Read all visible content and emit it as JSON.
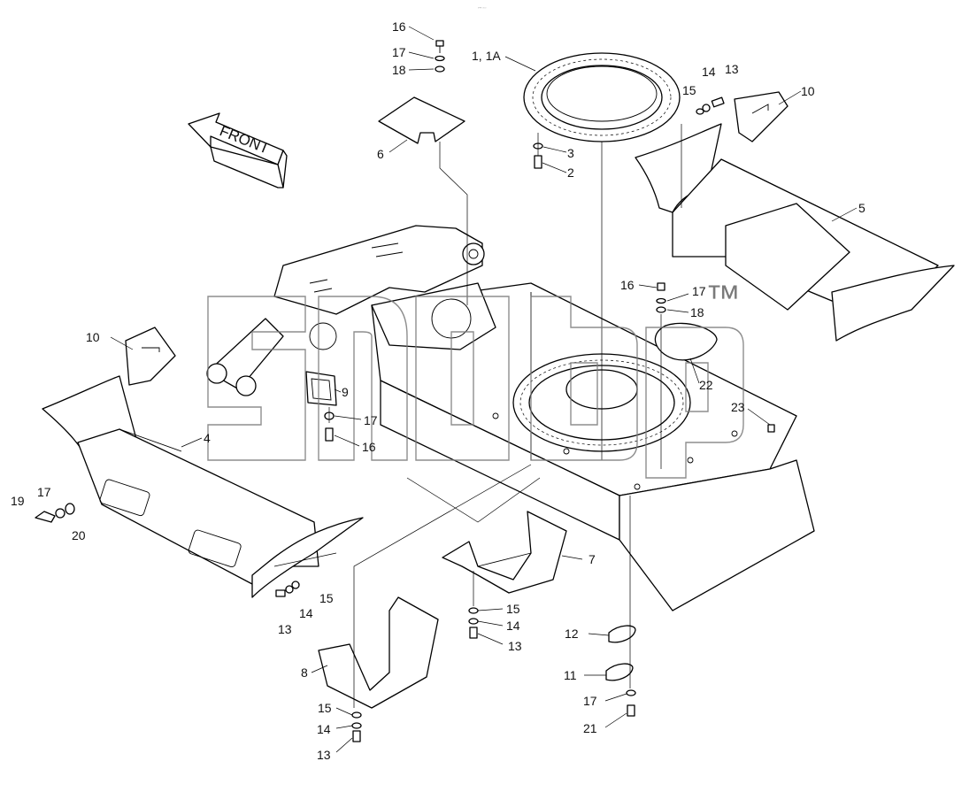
{
  "diagram": {
    "direction_arrow_text": "FRONT",
    "watermark_text": "™",
    "header_mark": "⊶ ▫▫▫",
    "callouts": [
      {
        "id": "c-16-top",
        "label": "16"
      },
      {
        "id": "c-17-top",
        "label": "17"
      },
      {
        "id": "c-18-top",
        "label": "18"
      },
      {
        "id": "c-1-1a",
        "label": "1, 1A"
      },
      {
        "id": "c-6",
        "label": "6"
      },
      {
        "id": "c-3",
        "label": "3"
      },
      {
        "id": "c-2",
        "label": "2"
      },
      {
        "id": "c-15-tr",
        "label": "15"
      },
      {
        "id": "c-14-tr",
        "label": "14"
      },
      {
        "id": "c-13-tr",
        "label": "13"
      },
      {
        "id": "c-10-right",
        "label": "10"
      },
      {
        "id": "c-5",
        "label": "5"
      },
      {
        "id": "c-16-mid",
        "label": "16"
      },
      {
        "id": "c-17-mid",
        "label": "17"
      },
      {
        "id": "c-18-mid",
        "label": "18"
      },
      {
        "id": "c-10-left",
        "label": "10"
      },
      {
        "id": "c-9",
        "label": "9"
      },
      {
        "id": "c-17-left",
        "label": "17"
      },
      {
        "id": "c-16-left",
        "label": "16"
      },
      {
        "id": "c-22",
        "label": "22"
      },
      {
        "id": "c-23",
        "label": "23"
      },
      {
        "id": "c-4",
        "label": "4"
      },
      {
        "id": "c-19",
        "label": "19"
      },
      {
        "id": "c-17-far-left",
        "label": "17"
      },
      {
        "id": "c-20",
        "label": "20"
      },
      {
        "id": "c-7",
        "label": "7"
      },
      {
        "id": "c-15-left",
        "label": "15"
      },
      {
        "id": "c-14-left",
        "label": "14"
      },
      {
        "id": "c-13-left",
        "label": "13"
      },
      {
        "id": "c-15-center",
        "label": "15"
      },
      {
        "id": "c-14-center",
        "label": "14"
      },
      {
        "id": "c-13-center",
        "label": "13"
      },
      {
        "id": "c-12",
        "label": "12"
      },
      {
        "id": "c-11",
        "label": "11"
      },
      {
        "id": "c-17-bottom",
        "label": "17"
      },
      {
        "id": "c-21",
        "label": "21"
      },
      {
        "id": "c-8",
        "label": "8"
      },
      {
        "id": "c-15-bottom",
        "label": "15"
      },
      {
        "id": "c-14-bottom",
        "label": "14"
      },
      {
        "id": "c-13-bottom",
        "label": "13"
      }
    ]
  }
}
